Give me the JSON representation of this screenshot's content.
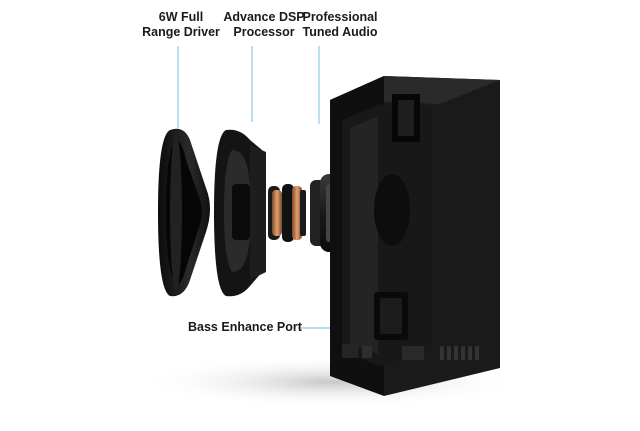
{
  "labels": {
    "driver": {
      "line1": "6W Full",
      "line2": "Range Driver"
    },
    "dsp": {
      "line1": "Advance DSP",
      "line2": "Processor"
    },
    "audio": {
      "line1": "Professional",
      "line2": "Tuned Audio"
    },
    "bass_port": "Bass Enhance Port"
  },
  "colors": {
    "leader_line": "#8ccaf0",
    "housing": "#141414",
    "copper": "#c9875a"
  }
}
